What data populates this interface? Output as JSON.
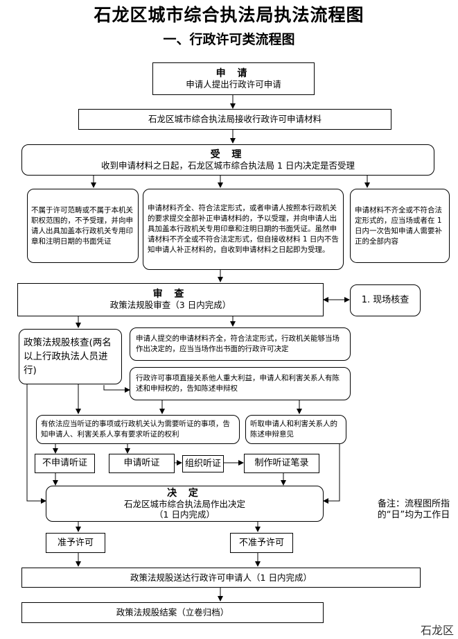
{
  "title": "石龙区城市综合执法局执法流程图",
  "subtitle": "一、行政许可类流程图",
  "nodes": {
    "apply": {
      "head": "申 请",
      "body": "申请人提出行政许可申请"
    },
    "receive": {
      "body": "石龙区城市综合执法局接收行政许可申请材料"
    },
    "accept": {
      "head": "受 理",
      "body": "收到申请材料之日起，石龙区城市综合执法局 1 日内决定是否受理"
    },
    "reject_scope": {
      "body": "不属于许可范畴或不属于本机关职权范围的，不予受理，并向申请人出具加盖本行政机关专用印章和注明日期的书面凭证"
    },
    "accept_complete": {
      "body": "申请材料齐全、符合法定形式，或者申请人按照本行政机关的要求提交全部补正申请材料的，予以受理，并向申请人出具加盖本行政机关专用印章和注明日期的书面凭证。虽然申请材料不齐全或不符合法定形式，但自接收材料 1 日内不告知申请人补正材料的，自收到申请材料之日起即为受理。"
    },
    "incomplete": {
      "body": "申请材料不齐全或不符合法定形式的，应当场或者在 1 日内一次告知申请人需要补正的全部内容"
    },
    "review": {
      "head": "审 查",
      "body": "政策法规股审查（3 日内完成）"
    },
    "site_check": {
      "body": "1. 现场核查"
    },
    "verify": {
      "body": "政策法规股核查(两名以上行政执法人员进行)"
    },
    "on_site_decision": {
      "body": "申请人提交的申请材料齐全，符合法定形式，行政机关能够当场作出决定的，应当当场作出书面的行政许可决定"
    },
    "third_party": {
      "body": "行政许可事项直接关系他人重大利益，申请人和利害关系人有陈述和申辩权的，告知陈述申辩权"
    },
    "hearing_notice": {
      "body": "有依法应当听证的事项或行政机关认为需要听证的事项，告知申请人、利害关系人享有要求听证的权利"
    },
    "listen": {
      "body": "听取申请人和利害关系人的陈述申辩意见"
    },
    "no_hearing": {
      "body": "不申请听证"
    },
    "req_hearing": {
      "body": "申请听证"
    },
    "org_hearing": {
      "body": "组织听证"
    },
    "hearing_record": {
      "body": "制作听证笔录"
    },
    "decide": {
      "head": "决 定",
      "body": "石龙区城市综合执法局作出决定",
      "sub": "（1 日内完成）"
    },
    "approve": {
      "body": "准予许可"
    },
    "deny": {
      "body": "不准予许可"
    },
    "deliver": {
      "body": "政策法规股送达行政许可申请人（1 日内完成）"
    },
    "archive": {
      "body": "政策法规股结案（立卷归档）"
    }
  },
  "note": "备注：流程图所指的“日”均为工作日",
  "stamp": "石龙区"
}
